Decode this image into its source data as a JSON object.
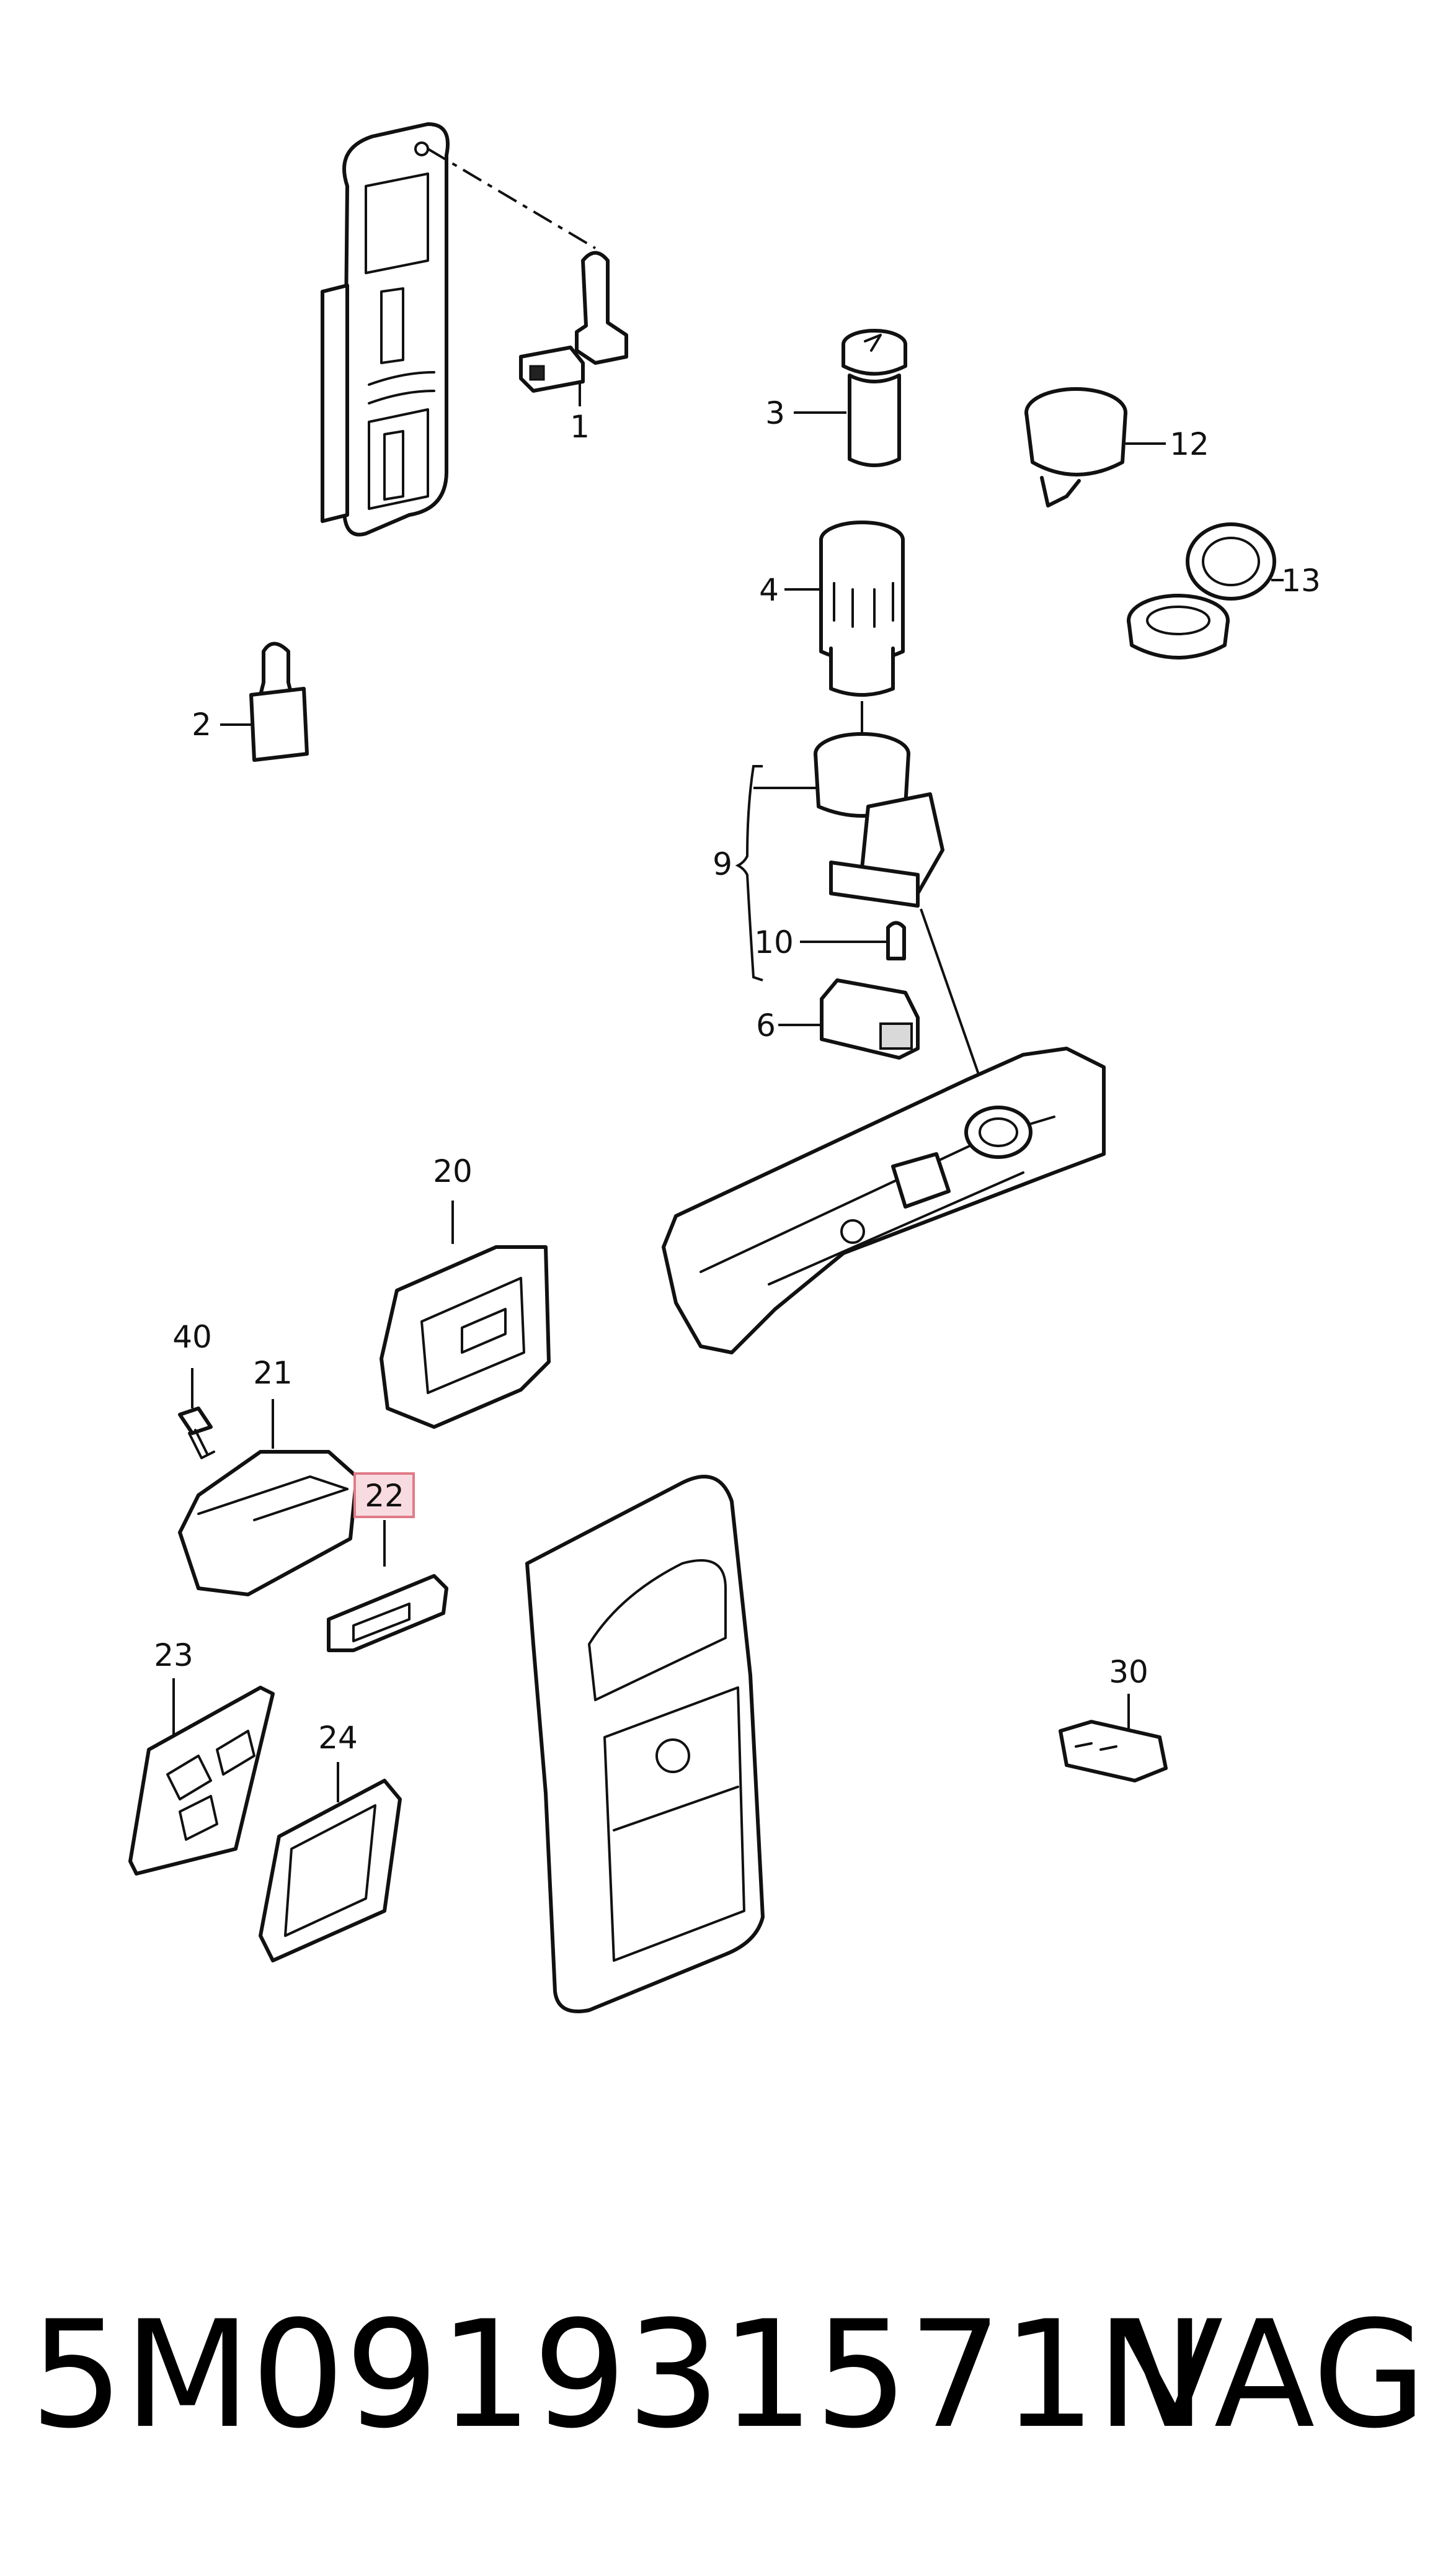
{
  "diagram": {
    "highlighted_callout": "22",
    "callouts": [
      {
        "id": "1",
        "label": "1"
      },
      {
        "id": "2",
        "label": "2"
      },
      {
        "id": "3",
        "label": "3"
      },
      {
        "id": "4",
        "label": "4"
      },
      {
        "id": "6",
        "label": "6"
      },
      {
        "id": "9",
        "label": "9"
      },
      {
        "id": "10",
        "label": "10"
      },
      {
        "id": "12",
        "label": "12"
      },
      {
        "id": "13",
        "label": "13"
      },
      {
        "id": "20",
        "label": "20"
      },
      {
        "id": "21",
        "label": "21"
      },
      {
        "id": "22",
        "label": "22"
      },
      {
        "id": "23",
        "label": "23"
      },
      {
        "id": "24",
        "label": "24"
      },
      {
        "id": "30",
        "label": "30"
      },
      {
        "id": "40",
        "label": "40"
      }
    ],
    "colors": {
      "line": "#111111",
      "highlight_fill": "#f8dbe0",
      "highlight_stroke": "#e07a88"
    }
  },
  "footer": {
    "part_number": "5M091931571N",
    "brand": "VAG"
  }
}
